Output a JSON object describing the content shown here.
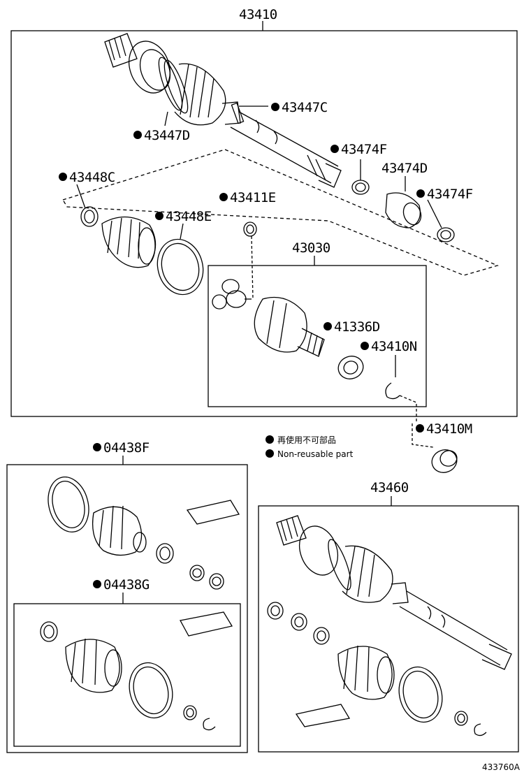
{
  "labels": {
    "assy_main": "43410",
    "p_43447C": "43447C",
    "p_43447D": "43447D",
    "p_43474F_a": "43474F",
    "p_43474D": "43474D",
    "p_43474F_b": "43474F",
    "p_43448C": "43448C",
    "p_43411E": "43411E",
    "p_43448E": "43448E",
    "p_43030": "43030",
    "p_41336D": "41336D",
    "p_43410N": "43410N",
    "p_43410M": "43410M",
    "p_04438F": "04438F",
    "p_04438G": "04438G",
    "p_43460": "43460"
  },
  "legend": {
    "jp": "再使用不可部品",
    "en": "Non-reusable part"
  },
  "ref_code": "433760A"
}
